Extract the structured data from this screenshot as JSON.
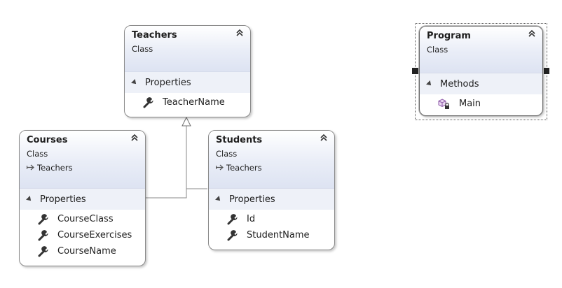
{
  "classes": {
    "teachers": {
      "title": "Teachers",
      "kind": "Class",
      "section": "Properties",
      "members": [
        "TeacherName"
      ]
    },
    "courses": {
      "title": "Courses",
      "kind": "Class",
      "base": "Teachers",
      "section": "Properties",
      "members": [
        "CourseClass",
        "CourseExercises",
        "CourseName"
      ]
    },
    "students": {
      "title": "Students",
      "kind": "Class",
      "base": "Teachers",
      "section": "Properties",
      "members": [
        "Id",
        "StudentName"
      ]
    },
    "program": {
      "title": "Program",
      "kind": "Class",
      "section": "Methods",
      "members": [
        "Main"
      ]
    }
  },
  "icons": {
    "property": "wrench-icon",
    "method": "method-lock-icon",
    "collapse": "double-chevron-up-icon",
    "inheritance": "arrow-right-icon"
  },
  "colors": {
    "header_gradient_end": "#dde3f2",
    "section_background": "#eef1f8",
    "border": "#8a8a8a"
  }
}
